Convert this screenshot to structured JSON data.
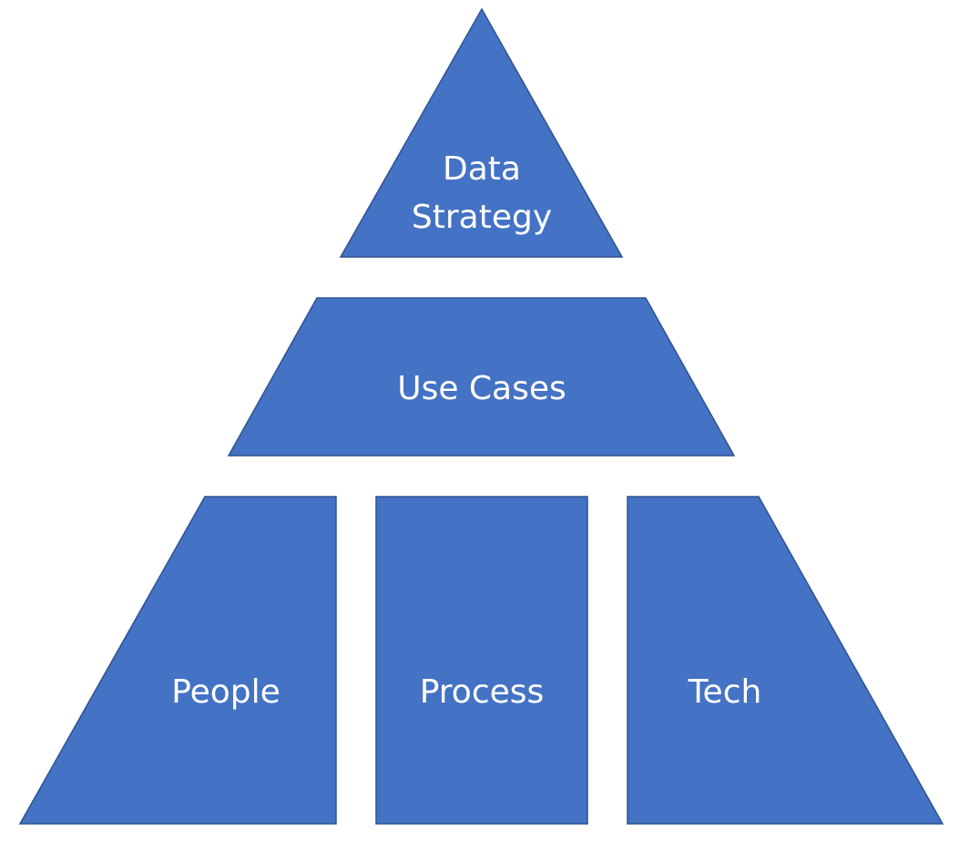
{
  "colors": {
    "fill": "#4472c4",
    "stroke": "#2f528f",
    "text": "#ffffff",
    "background": "#ffffff"
  },
  "pyramid": {
    "top": {
      "label_line1": "Data",
      "label_line2": "Strategy"
    },
    "middle": {
      "label": "Use Cases"
    },
    "bottom": [
      {
        "label": "People"
      },
      {
        "label": "Process"
      },
      {
        "label": "Tech"
      }
    ]
  }
}
